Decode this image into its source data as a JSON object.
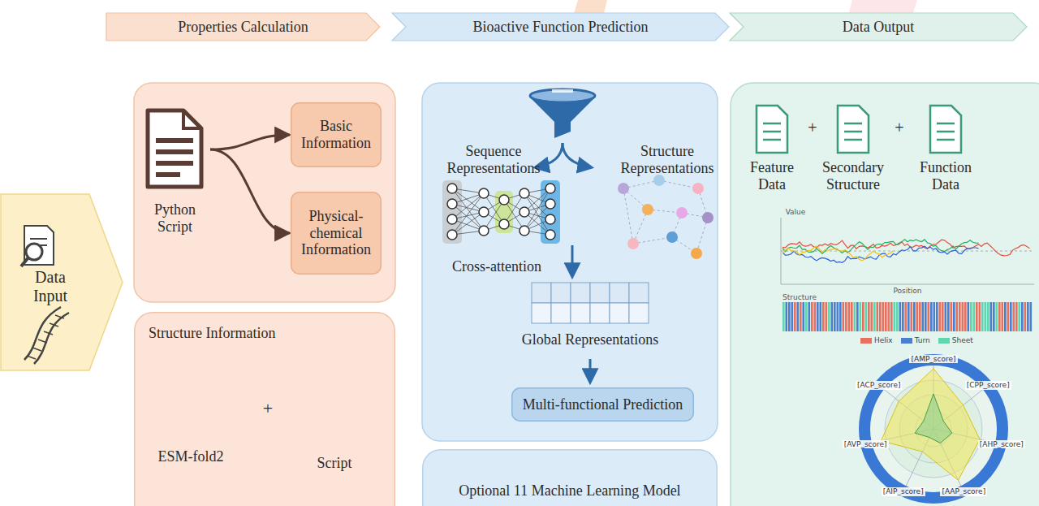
{
  "diagram": {
    "nodes": [
      {
        "text": [
          "Data Input"
        ]
      },
      {
        "text": [
          "Properties Calculation"
        ]
      },
      {
        "text": [
          "Bioactive Function Prediction"
        ]
      },
      {
        "text": [
          "Data Output"
        ]
      },
      {
        "text": [
          "Python Script"
        ]
      },
      {
        "text": [
          "Basic Information"
        ]
      },
      {
        "text": [
          "Physical-chemical Information"
        ]
      },
      {
        "text": [
          "Structure Information"
        ]
      },
      {
        "text": [
          "Multi-functional Prediction"
        ]
      },
      {
        "text": [
          "Optional 11 Machine Learning Model"
        ]
      }
    ],
    "edges": [
      {
        "from": 4,
        "to": 5,
        "arrow": "to"
      },
      {
        "from": 4,
        "to": 6,
        "arrow": "to"
      }
    ],
    "labels": [
      "+",
      "ESM-fold2",
      "Script",
      "Sequence Representations",
      "Structure Representations",
      "Cross-attention",
      "Global Representations",
      "+",
      "+",
      "Feature Data",
      "Secondary Structure",
      "Function Data",
      "Value",
      "Position",
      "Structure",
      "[AMP_score]",
      "[CPP_score]",
      "[AHP_score]",
      "[AAP_score]",
      "[AIP_score]",
      "[AVP_score]",
      "[ACP_score]"
    ],
    "legend": [
      {
        "text": "Helix",
        "color": "#e8705f"
      },
      {
        "text": "Turn",
        "color": "#4a7fd0"
      },
      {
        "text": "Sheet",
        "color": "#5fd6b0"
      }
    ]
  }
}
